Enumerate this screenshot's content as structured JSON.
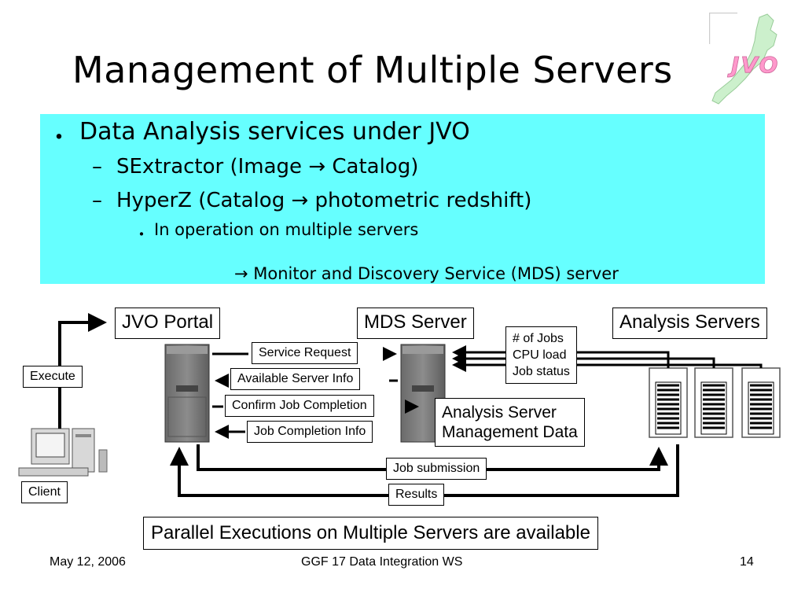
{
  "slide": {
    "title": "Management of Multiple Servers",
    "logo_text": "JVO"
  },
  "bullets": {
    "l1_marker": "・",
    "l1": "Data Analysis services under JVO",
    "l2_marker": "–",
    "l2": "SExtractor (Image → Catalog)",
    "l3_marker": "–",
    "l3": "HyperZ (Catalog → photometric redshift)",
    "l4_marker": "・",
    "l4": "In operation on multiple servers",
    "l5": "→ Monitor and Discovery Service (MDS) server"
  },
  "diagram": {
    "jvo_portal": "JVO Portal",
    "mds_server": "MDS Server",
    "analysis_servers": "Analysis Servers",
    "service_request": "Service Request",
    "available_server_info": "Available Server Info",
    "confirm_job_completion": "Confirm Job Completion",
    "job_completion_info": "Job Completion Info",
    "jobs_info": [
      "# of Jobs",
      "CPU load",
      "Job status"
    ],
    "analysis_mgmt": [
      "Analysis Server",
      "Management Data"
    ],
    "job_submission": "Job submission",
    "results": "Results",
    "execute": "Execute",
    "client": "Client",
    "parallel_note": "Parallel Executions on Multiple Servers are available"
  },
  "footer": {
    "date": "May 12, 2006",
    "center": "GGF 17 Data Integration WS",
    "page": "14"
  },
  "colors": {
    "bullet_bg": "#66ffff",
    "logo_pink": "#ff99cc",
    "map_green": "#ccf0cc"
  }
}
